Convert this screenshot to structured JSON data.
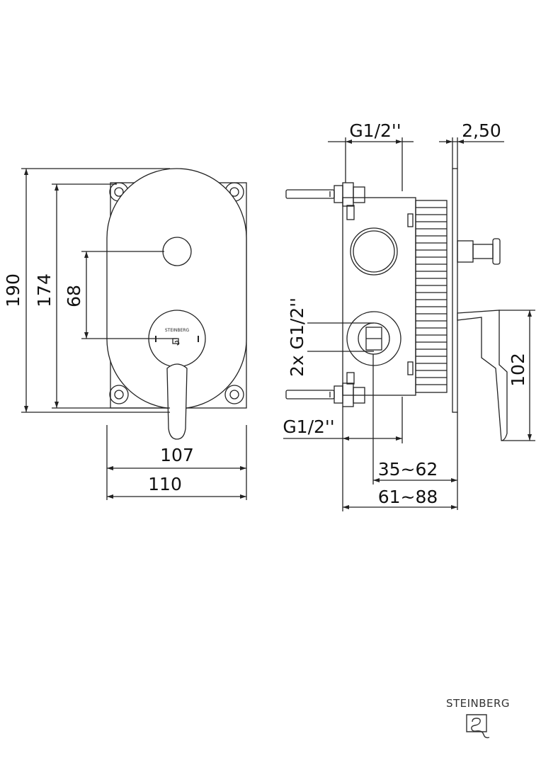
{
  "front_view": {
    "dimensions": {
      "height_total": "190",
      "height_inner": "174",
      "handle_to_button": "68",
      "width_inner": "107",
      "width_total": "110"
    },
    "handle_brand_text": "STEINBERG"
  },
  "side_view": {
    "dimensions": {
      "top_connection": "G1/2''",
      "plate_thickness": "2,50",
      "side_connections": "2x G1/2''",
      "bottom_connection": "G1/2''",
      "handle_height": "102",
      "depth_min": "35~62",
      "depth_total": "61~88"
    }
  },
  "logo": {
    "brand": "STEINBERG",
    "mark_icon": "steinberg-s-logo-icon"
  }
}
